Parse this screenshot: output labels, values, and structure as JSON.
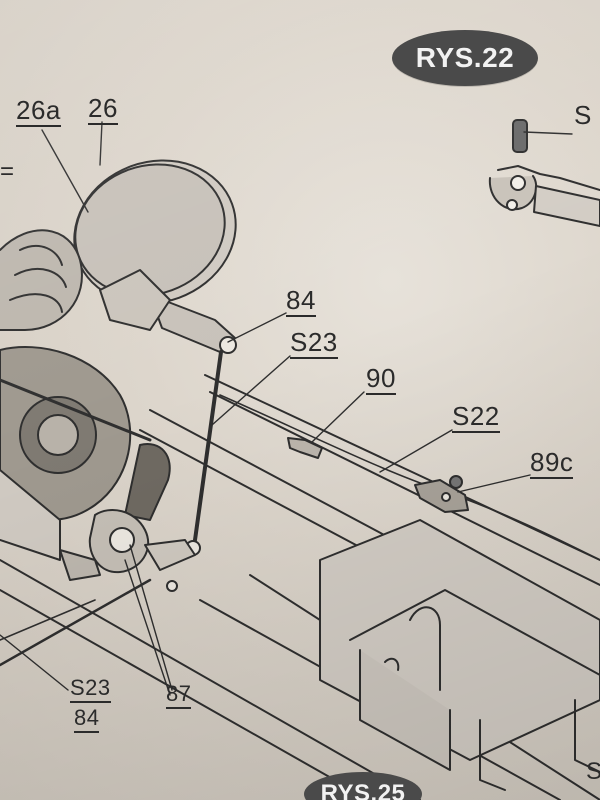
{
  "document": {
    "header_badge": "RYS.22",
    "footer_badge_partial": "RYS.25",
    "callouts": {
      "c26a": "26a",
      "c26": "26",
      "c84_top": "84",
      "cS23_top": "S23",
      "c90": "90",
      "cS22": "S22",
      "c89c": "89c",
      "cS23_bottom": "S23",
      "c84_bottom": "84",
      "c87": "87"
    },
    "edge_fragments": {
      "right_top": "S",
      "left_mark": "=",
      "right_bottom": "S"
    }
  },
  "colors": {
    "paper": "#e7e2da",
    "ink": "#2b2b2b",
    "badge_fill": "#4a4a4a",
    "part_fill": "#c9c3ba"
  }
}
